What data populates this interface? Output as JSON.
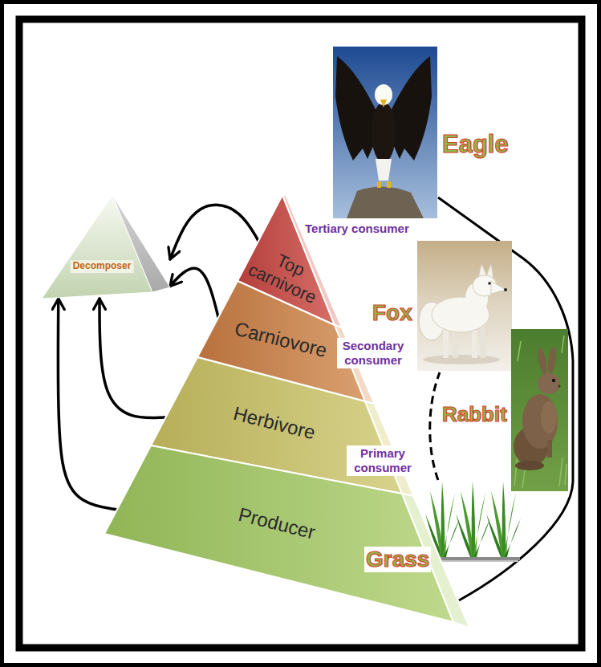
{
  "diagram": {
    "nodes": [
      {
        "text": [
          "Decomposer"
        ]
      },
      {
        "text": [
          "Top carnivore"
        ]
      },
      {
        "text": [
          "Carniovore"
        ]
      },
      {
        "text": [
          "Herbivore"
        ]
      },
      {
        "text": [
          "Producer"
        ]
      }
    ],
    "edges": [
      {
        "from": 1,
        "to": 0,
        "arrow": "to"
      },
      {
        "from": 2,
        "to": 0,
        "arrow": "to"
      },
      {
        "from": 3,
        "to": 0,
        "arrow": "to"
      },
      {
        "from": 4,
        "to": 0,
        "arrow": "to"
      }
    ],
    "labels": [
      "Eagle",
      "Tertiary consumer",
      "Fox",
      "Secondary consumer",
      "Rabbit",
      "Primary consumer",
      "Grass"
    ]
  }
}
